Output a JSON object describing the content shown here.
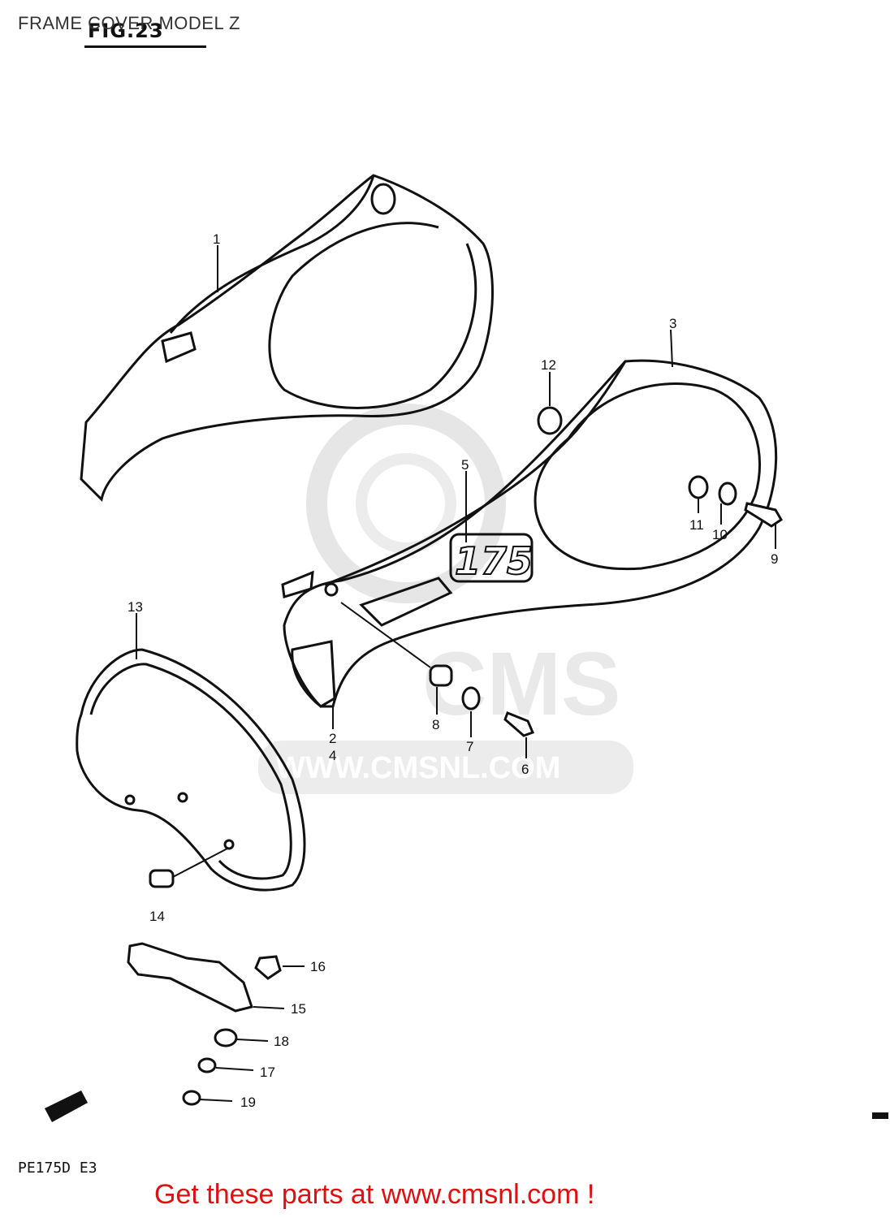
{
  "header": {
    "title": "FRAME COVER MODEL Z",
    "fig_label": "FIG.23"
  },
  "watermark": {
    "brand": "CMS",
    "url": "WWW.CMSNL.COM"
  },
  "badge_text": "175",
  "callouts": [
    "1",
    "2",
    "3",
    "4",
    "5",
    "6",
    "7",
    "8",
    "9",
    "10",
    "11",
    "12",
    "13",
    "14",
    "15",
    "16",
    "17",
    "18",
    "19"
  ],
  "footer": {
    "code": "PE175D E3",
    "cta": "Get these parts at www.cmsnl.com !"
  },
  "colors": {
    "cta": "#e01010",
    "line": "#111111",
    "watermark": "#e9e9e9"
  }
}
